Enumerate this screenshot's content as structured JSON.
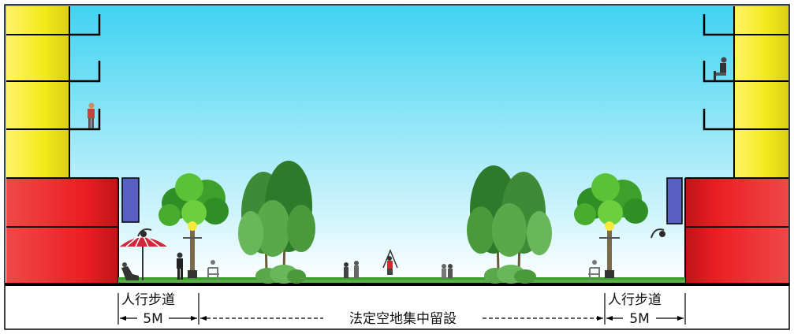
{
  "annotations": {
    "left_sidewalk_label": "人行步道",
    "left_width": "5M",
    "center_label": "法定空地集中留設",
    "right_sidewalk_label": "人行步道",
    "right_width": "5M"
  },
  "colors": {
    "sky_top": "#3fd3f2",
    "sky_bottom": "#ffffff",
    "upper_floors": "#f2ee1e",
    "ground_floors": "#e8171d",
    "window_panel": "#5a5fc4",
    "grass": "#3a9a2c",
    "tree_green": "#3da02a"
  }
}
